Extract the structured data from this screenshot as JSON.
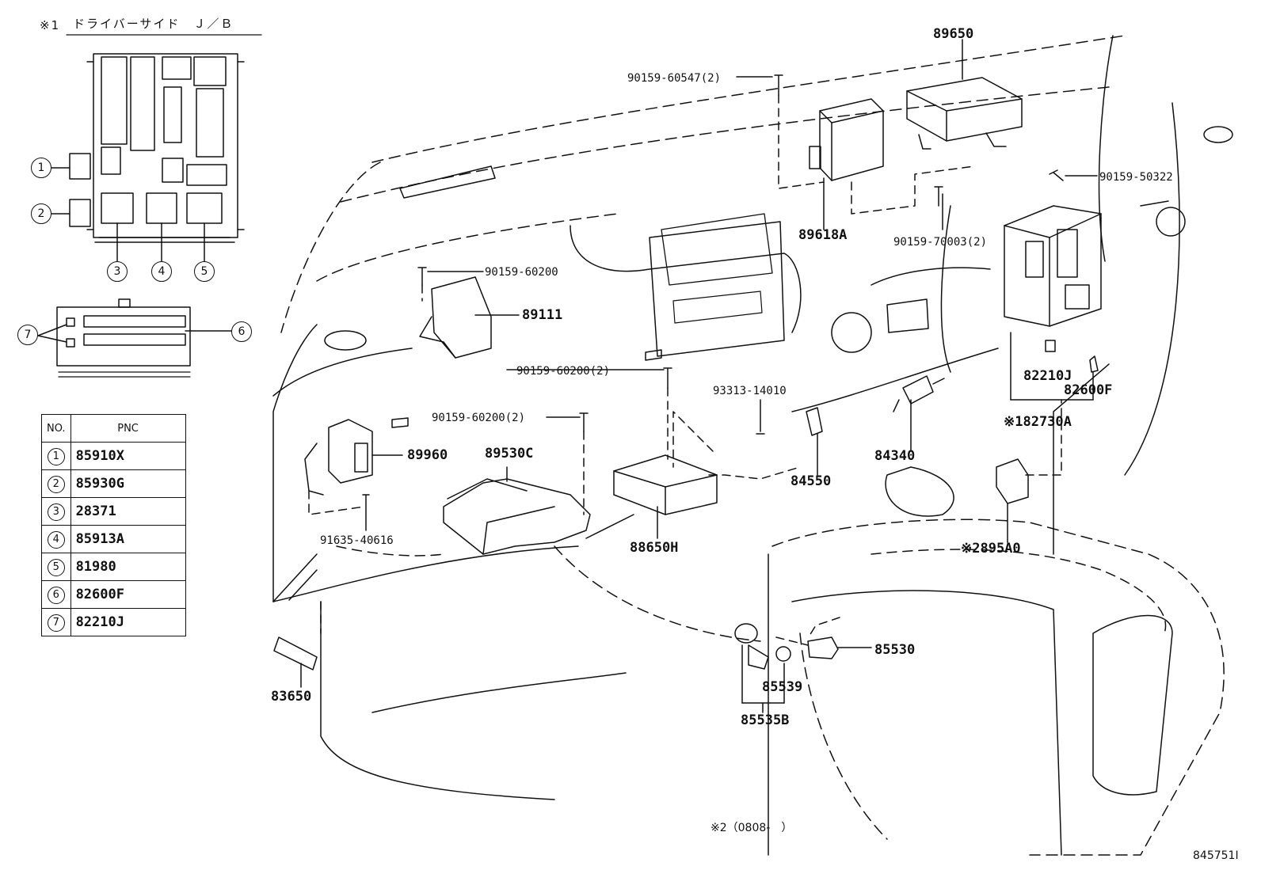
{
  "inset": {
    "marker": "※1",
    "title": "ドライバーサイド　Ｊ／Ｂ",
    "callouts": [
      "1",
      "2",
      "3",
      "4",
      "5",
      "6",
      "7"
    ]
  },
  "table": {
    "headers": [
      "NO.",
      "PNC"
    ],
    "rows": [
      {
        "no": "1",
        "pnc": "85910X"
      },
      {
        "no": "2",
        "pnc": "85930G"
      },
      {
        "no": "3",
        "pnc": "28371"
      },
      {
        "no": "4",
        "pnc": "85913A"
      },
      {
        "no": "5",
        "pnc": "81980"
      },
      {
        "no": "6",
        "pnc": "82600F"
      },
      {
        "no": "7",
        "pnc": "82210J"
      }
    ]
  },
  "labels": {
    "p89650": "89650",
    "p90159_60547": "90159-60547(2)",
    "p90159_50322": "90159-50322",
    "p89618A": "89618A",
    "p90159_70003": "90159-70003(2)",
    "p90159_60200_a": "90159-60200",
    "p89111": "89111",
    "p90159_60200_b": "90159-60200(2)",
    "p90159_60200_c": "90159-60200(2)",
    "p89960": "89960",
    "p89530C": "89530C",
    "p93313_14010": "93313-14010",
    "p84340": "84340",
    "p82210J": "82210J",
    "p82600F": "82600F",
    "p82730A": "※182730A",
    "p84550": "84550",
    "p91635_40616": "91635-40616",
    "p88650H": "88650H",
    "p895A0": "※2895A0",
    "p85530": "85530",
    "p85539": "85539",
    "p85535B": "85535B",
    "p83650": "83650",
    "note2": "※2（0808-　）",
    "figure_id": "845751I"
  }
}
